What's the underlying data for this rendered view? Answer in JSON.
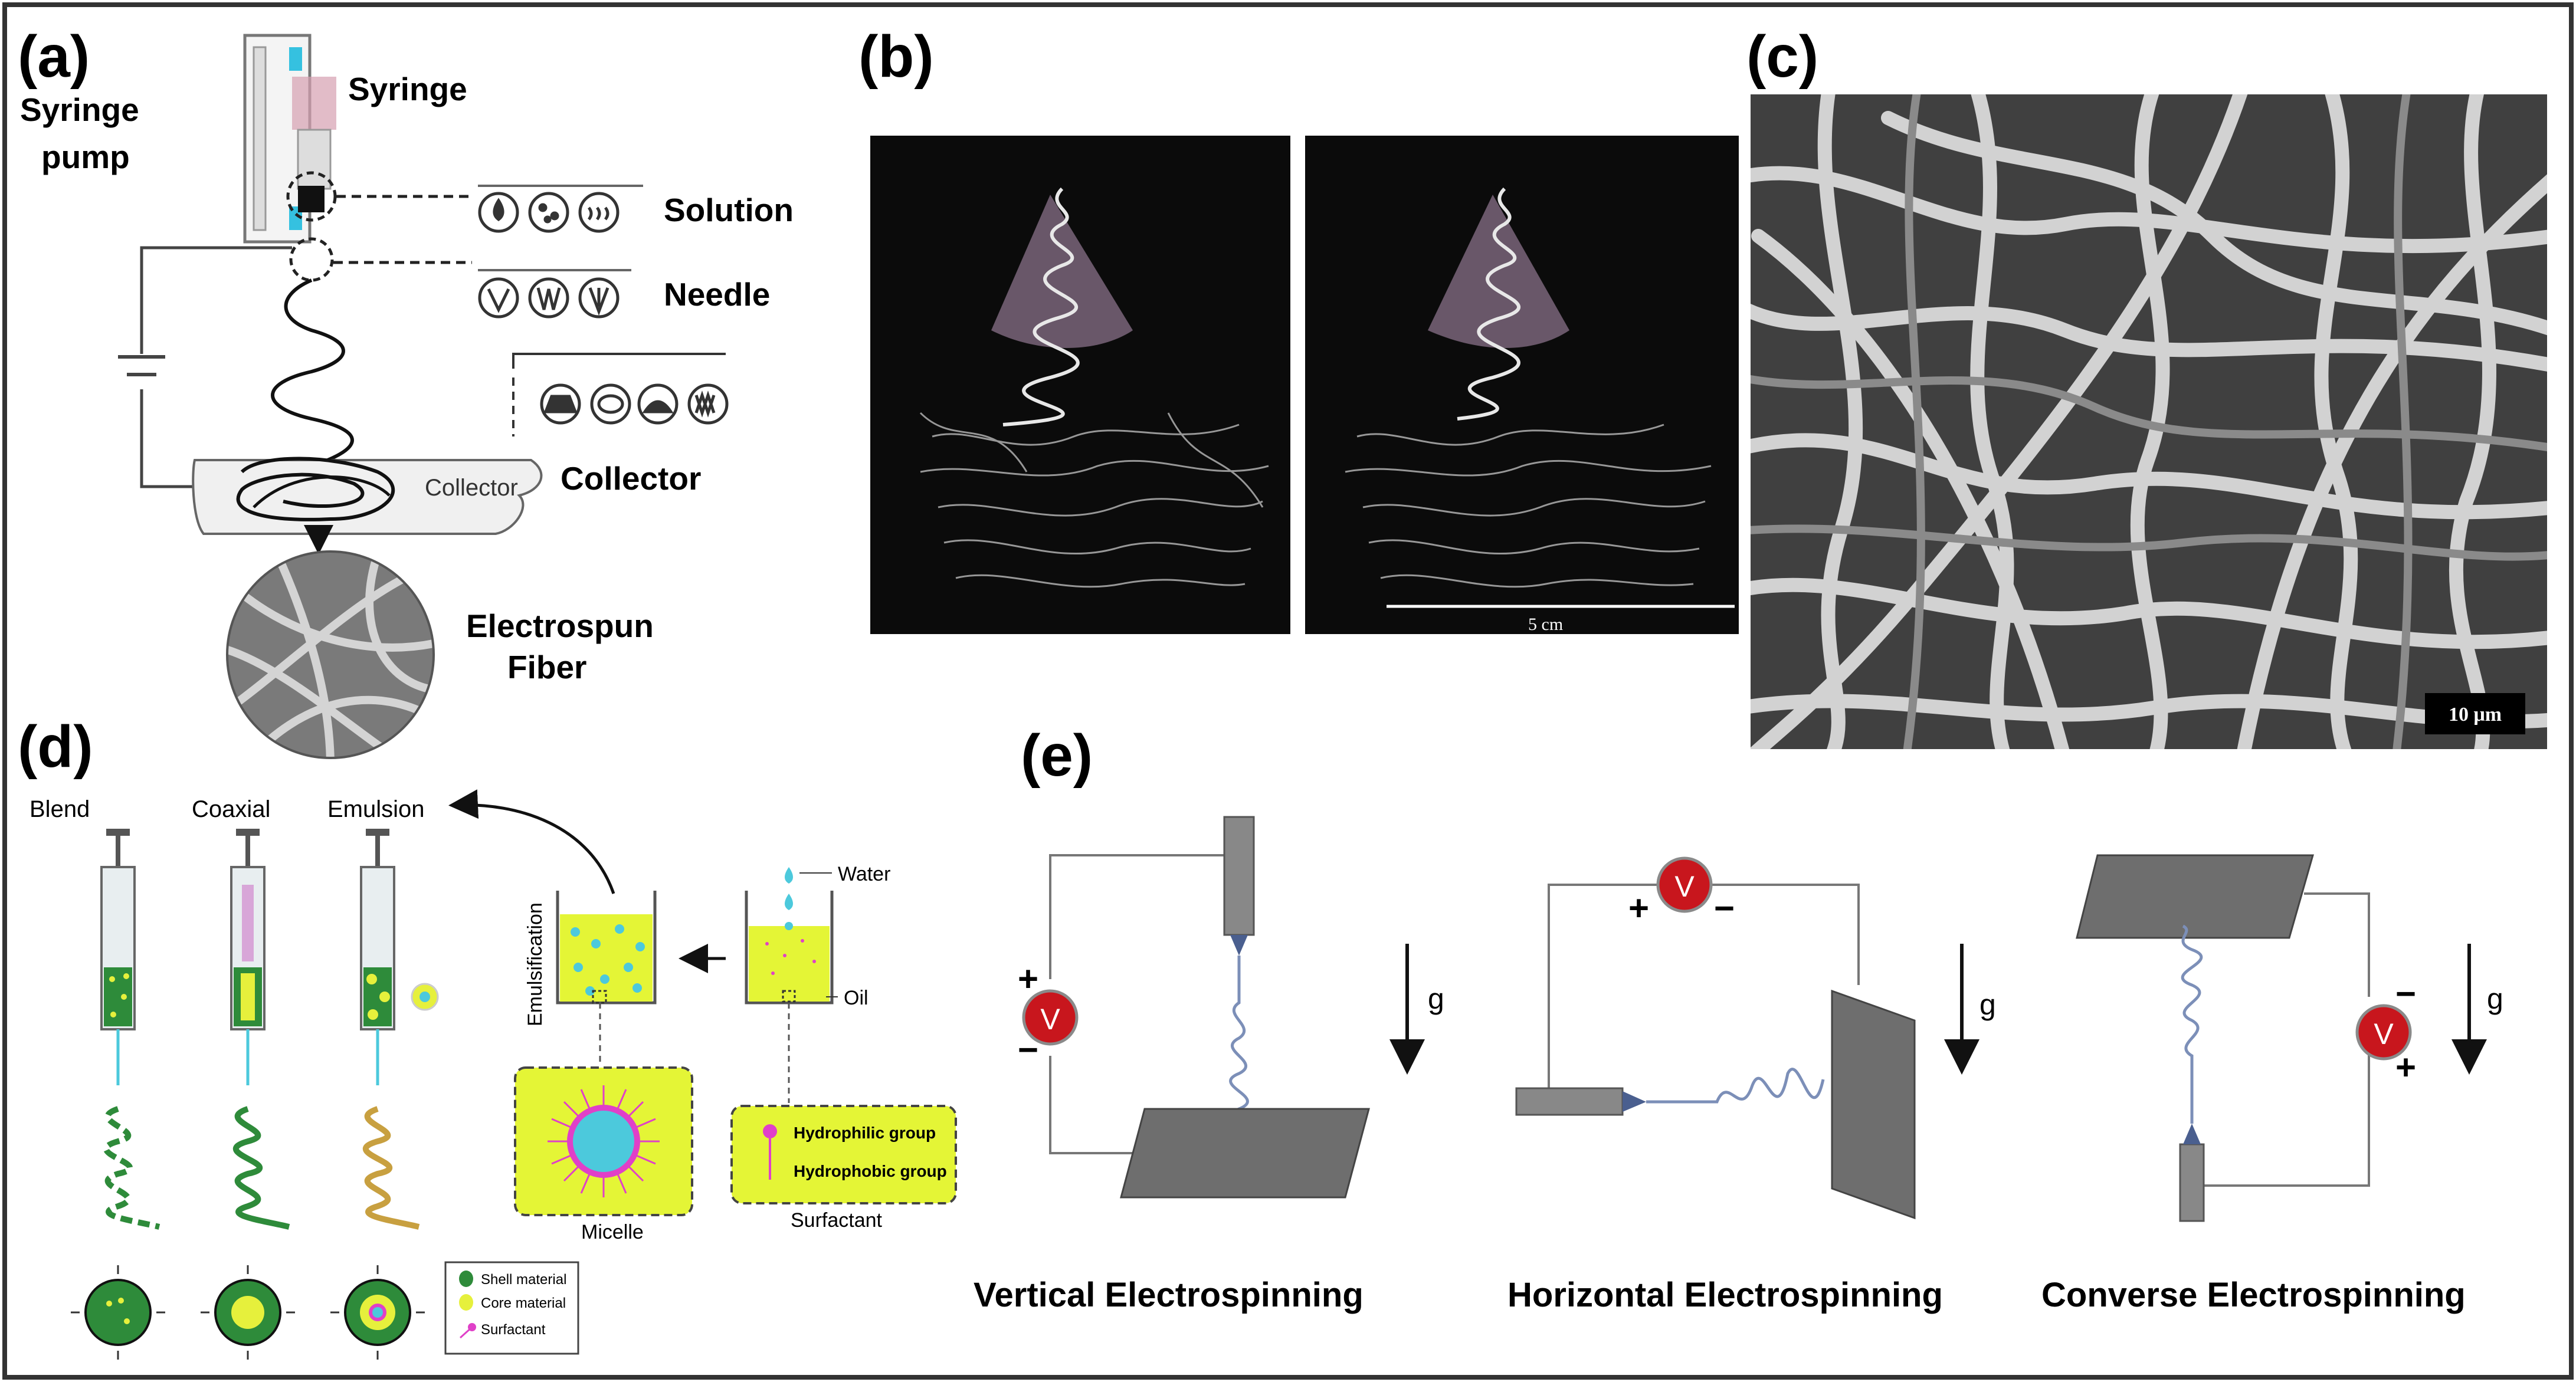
{
  "panels": {
    "a": {
      "label": "(a)",
      "syringe_pump": [
        "Syringe",
        "pump"
      ],
      "syringe": "Syringe",
      "solution": "Solution",
      "needle": "Needle",
      "collector_inner": "Collector",
      "collector": "Collector",
      "fiber": [
        "Electrospun",
        "Fiber"
      ]
    },
    "b": {
      "label": "(b)",
      "scale": "5 cm"
    },
    "c": {
      "label": "(c)",
      "scale": "10 μm"
    },
    "d": {
      "label": "(d)",
      "blend": "Blend",
      "coaxial": "Coaxial",
      "emulsion": "Emulsion",
      "emulsification": "Emulsification",
      "water": "Water",
      "oil": "Oil",
      "micelle": "Micelle",
      "surfactant": "Surfactant",
      "hydrophilic": "Hydrophilic group",
      "hydrophobic": "Hydrophobic group",
      "legend": {
        "shell": "Shell material",
        "core": "Core material",
        "surfactant": "Surfactant"
      }
    },
    "e": {
      "label": "(e)",
      "vertical": "Vertical Electrospinning",
      "horizontal": "Horizontal Electrospinning",
      "converse": "Converse Electrospinning",
      "v": "V",
      "g": "g",
      "plus": "+",
      "minus": "−"
    }
  },
  "colors": {
    "frame": "#333333",
    "shell": "#2e8b3a",
    "core": "#e6f03c",
    "surfactant": "#e040c8",
    "lime": "#e4f536",
    "voltage": "#c8161d",
    "jet": "#7c8fb8",
    "gray_plate": "#6e6e6e",
    "cyan": "#4cc9dc"
  }
}
